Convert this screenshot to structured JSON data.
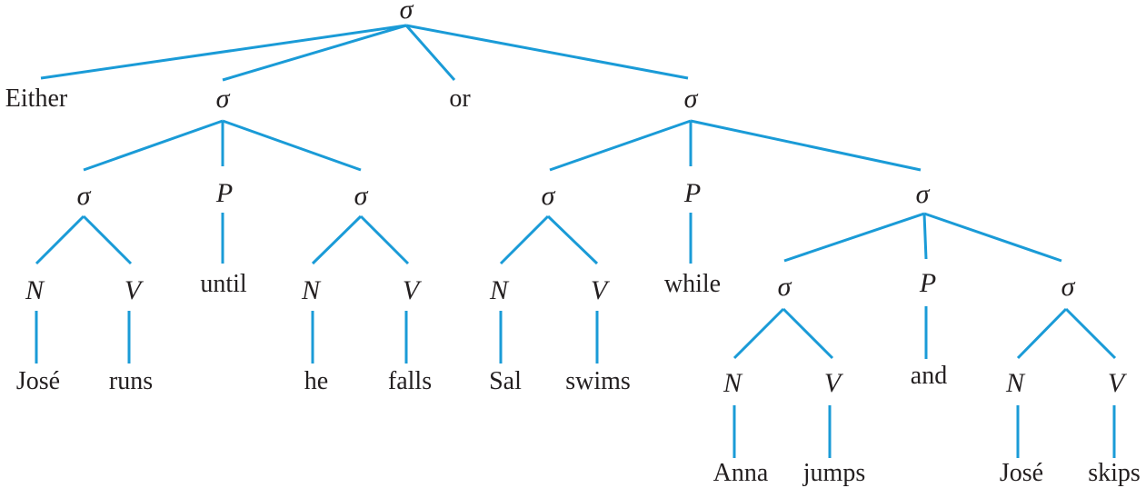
{
  "nodes": {
    "root": "σ",
    "either": "Either",
    "s1": "σ",
    "or": "or",
    "s2": "σ",
    "s1a": "σ",
    "p1": "P",
    "s1b": "σ",
    "s1a_n": "N",
    "s1a_v": "V",
    "until": "until",
    "s1b_n": "N",
    "s1b_v": "V",
    "jose1": "José",
    "runs": "runs",
    "he": "he",
    "falls": "falls",
    "s2a": "σ",
    "p2": "P",
    "s2b": "σ",
    "s2a_n": "N",
    "s2a_v": "V",
    "while": "while",
    "sal": "Sal",
    "swims": "swims",
    "s2b1": "σ",
    "p3": "P",
    "s2b2": "σ",
    "s2b1_n": "N",
    "s2b1_v": "V",
    "and": "and",
    "s2b2_n": "N",
    "s2b2_v": "V",
    "anna": "Anna",
    "jumps": "jumps",
    "jose2": "José",
    "skips": "skips"
  },
  "colors": {
    "edge": "#1a9bd7",
    "text": "#231f20"
  }
}
